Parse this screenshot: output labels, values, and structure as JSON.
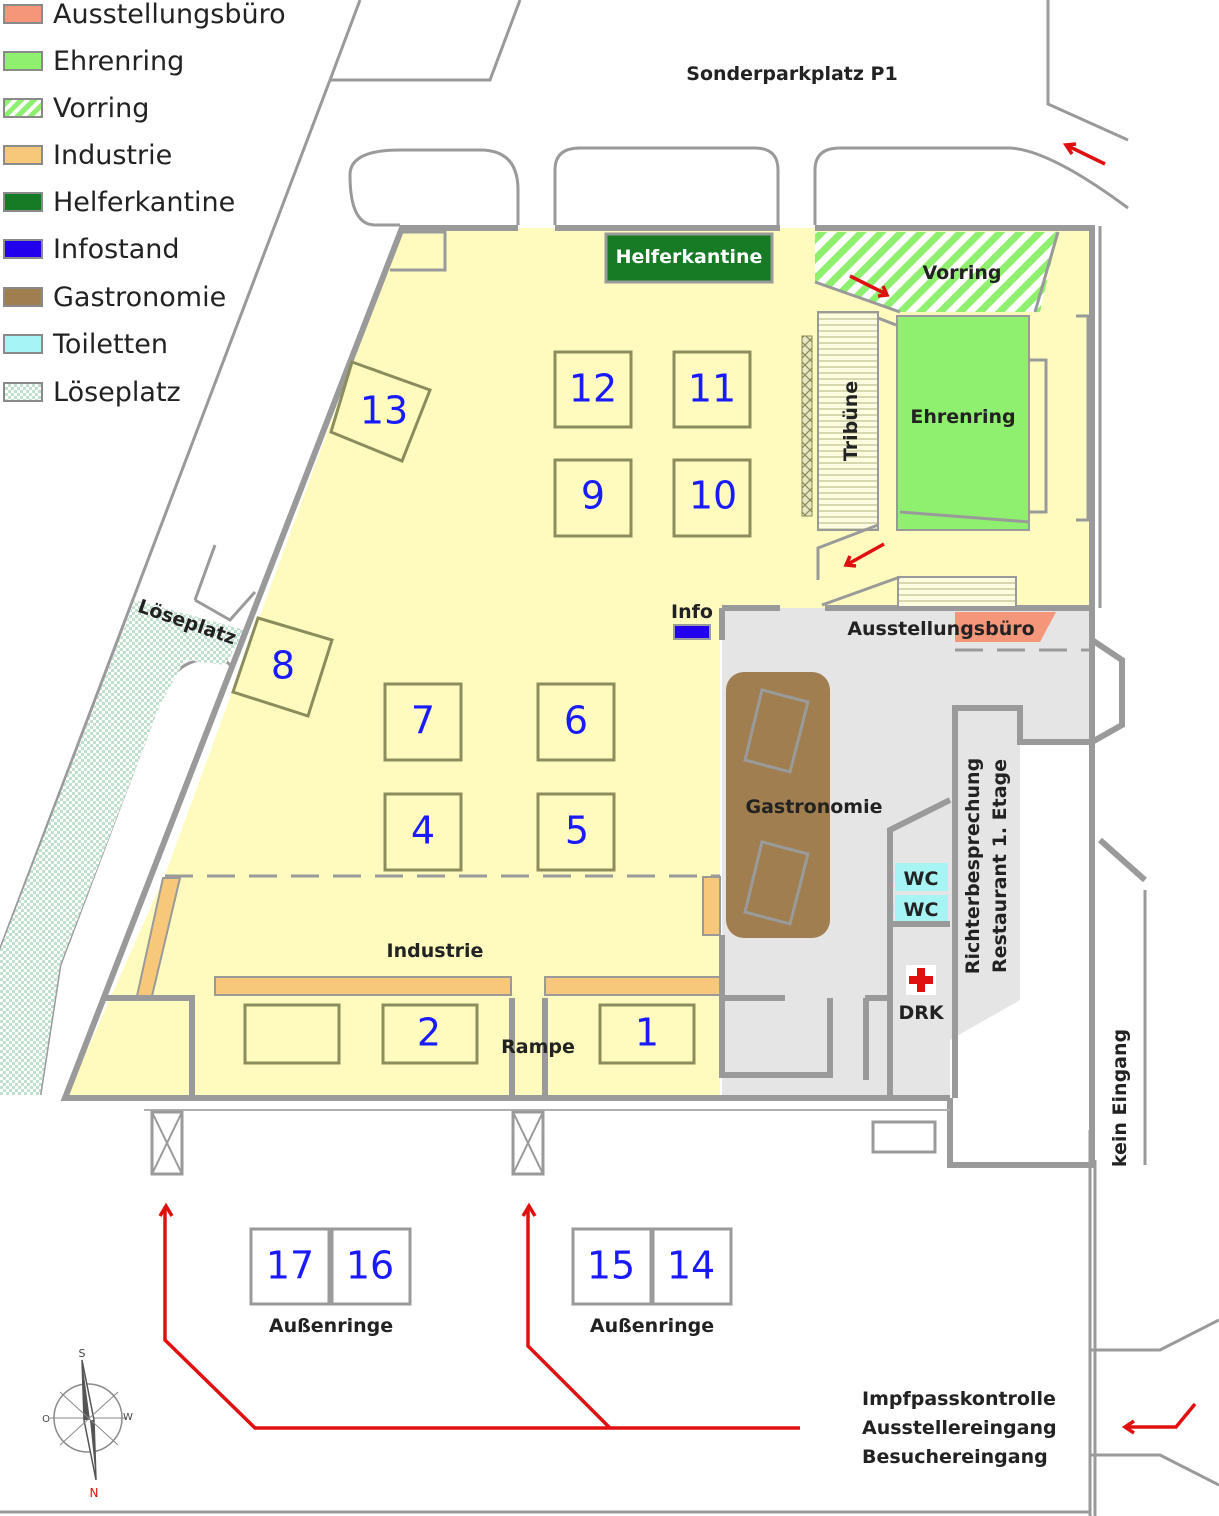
{
  "legend": [
    {
      "label": "Ausstellungsbüro",
      "color": "#f4967a",
      "pattern": "solid"
    },
    {
      "label": "Ehrenring",
      "color": "#8ef06e",
      "pattern": "solid"
    },
    {
      "label": "Vorring",
      "color": "#8ef06e",
      "pattern": "striped"
    },
    {
      "label": "Industrie",
      "color": "#f7c87a",
      "pattern": "solid"
    },
    {
      "label": "Helferkantine",
      "color": "#177a24",
      "pattern": "solid"
    },
    {
      "label": "Infostand",
      "color": "#2200ee",
      "pattern": "solid"
    },
    {
      "label": "Gastronomie",
      "color": "#a07e50",
      "pattern": "solid"
    },
    {
      "label": "Toiletten",
      "color": "#a6f4f4",
      "pattern": "solid"
    },
    {
      "label": "Löseplatz",
      "color": "#cfe8d8",
      "pattern": "checkered"
    }
  ],
  "labels": {
    "parking": "Sonderparkplatz P1",
    "helferkantine": "Helferkantine",
    "vorring": "Vorring",
    "tribuene": "Tribüne",
    "ehrenring": "Ehrenring",
    "info": "Info",
    "ausstellungsbuero": "Ausstellungsbüro",
    "loeseplatz": "Löseplatz",
    "gastronomie": "Gastronomie",
    "richter_line1": "Richterbesprechung",
    "richter_line2": "Restaurant 1. Etage",
    "wc1": "WC",
    "wc2": "WC",
    "drk": "DRK",
    "industrie": "Industrie",
    "rampe": "Rampe",
    "kein_eingang": "kein Eingang",
    "aussenringe_left": "Außenringe",
    "aussenringe_right": "Außenringe",
    "entrance_line1": "Impfpasskontrolle",
    "entrance_line2": "Ausstellereingang",
    "entrance_line3": "Besuchereingang",
    "compass_s": "S",
    "compass_n": "N",
    "compass_o": "O",
    "compass_w": "W"
  },
  "rings": [
    "1",
    "2",
    "4",
    "5",
    "6",
    "7",
    "8",
    "9",
    "10",
    "11",
    "12",
    "13",
    "14",
    "15",
    "16",
    "17"
  ]
}
